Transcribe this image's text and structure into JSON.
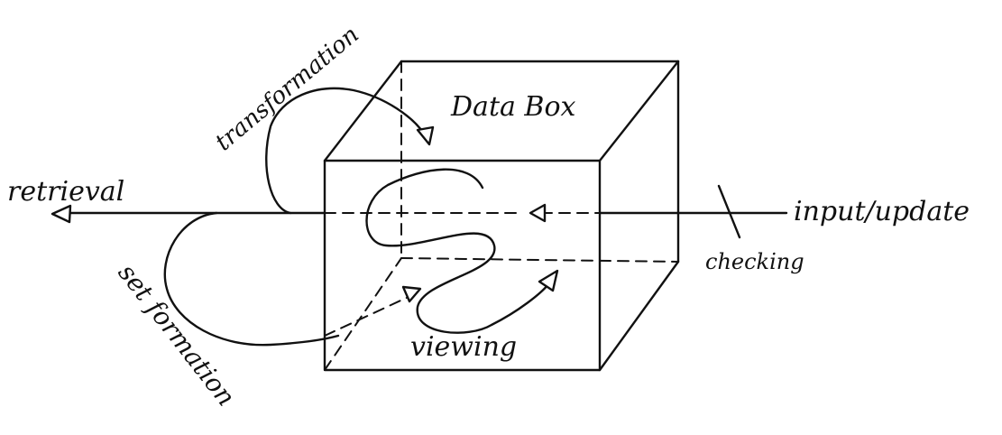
{
  "labels": {
    "data_box": "Data Box",
    "transformation": "transformation",
    "retrieval": "retrieval",
    "input_update": "input/update",
    "checking": "checking",
    "set_formation": "set formation",
    "viewing": "viewing"
  }
}
